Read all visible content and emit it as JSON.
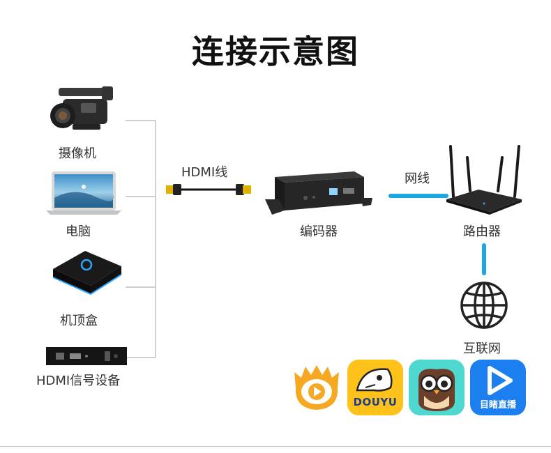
{
  "title": "连接示意图",
  "sources": [
    {
      "label": "摄像机",
      "icon": "video-camera-icon"
    },
    {
      "label": "电脑",
      "icon": "laptop-icon"
    },
    {
      "label": "机顶盒",
      "icon": "set-top-box-icon"
    },
    {
      "label": "HDMI信号设备",
      "icon": "hdmi-device-icon"
    }
  ],
  "cable_label": "HDMI线",
  "encoder_label": "编码器",
  "network_cable_label": "网线",
  "router_label": "路由器",
  "internet_label": "互联网",
  "platforms": [
    {
      "icon": "huya-logo-icon"
    },
    {
      "icon": "douyu-logo-icon",
      "text": "DOUYU"
    },
    {
      "icon": "owl-logo-icon"
    },
    {
      "icon": "play-logo-icon",
      "text": "目睹直播"
    }
  ],
  "colors": {
    "link_blue": "#1aa6e0",
    "line_gray": "#9a9a9a",
    "dark": "#222222"
  }
}
